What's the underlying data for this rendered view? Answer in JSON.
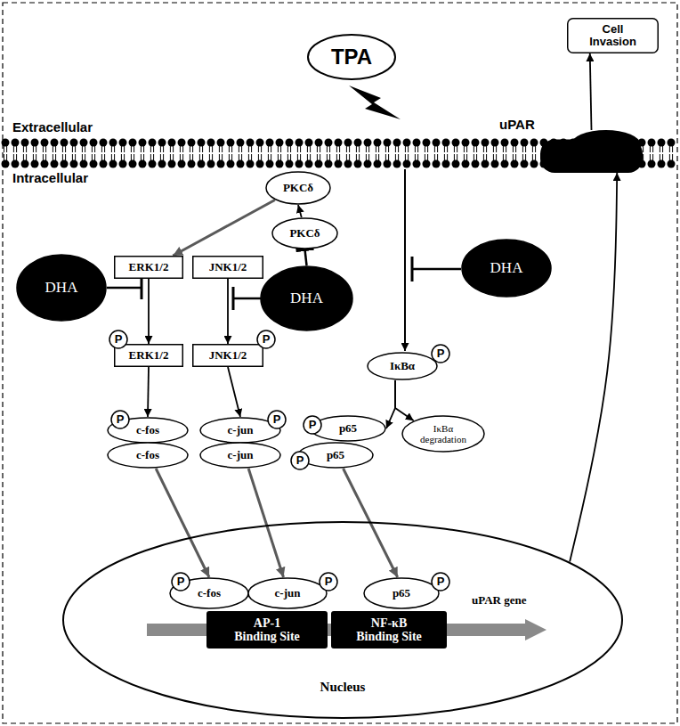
{
  "diagram": {
    "nodes": [
      {
        "text": [
          "TPA"
        ]
      },
      {
        "text": [
          "Cell Invasion"
        ]
      },
      {
        "text": [
          "uPAR"
        ]
      },
      {
        "text": [
          "PKCδ"
        ]
      },
      {
        "text": [
          "PKCδ"
        ]
      },
      {
        "text": [
          "ERK1/2"
        ]
      },
      {
        "text": [
          "JNK1/2"
        ]
      },
      {
        "text": [
          "DHA"
        ]
      },
      {
        "text": [
          "DHA"
        ]
      },
      {
        "text": [
          "DHA"
        ]
      },
      {
        "text": [
          "P"
        ]
      },
      {
        "text": [
          "ERK1/2"
        ]
      },
      {
        "text": [
          "JNK1/2"
        ]
      },
      {
        "text": [
          "P"
        ]
      },
      {
        "text": [
          "P"
        ]
      },
      {
        "text": [
          "c-fos"
        ]
      },
      {
        "text": [
          "c-fos"
        ]
      },
      {
        "text": [
          "c-jun"
        ]
      },
      {
        "text": [
          "P"
        ]
      },
      {
        "text": [
          "c-jun"
        ]
      },
      {
        "text": [
          "IκBα"
        ]
      },
      {
        "text": [
          "P"
        ]
      },
      {
        "text": [
          "P"
        ]
      },
      {
        "text": [
          "p65"
        ]
      },
      {
        "text": [
          "IκBα degradation"
        ]
      },
      {
        "text": [
          "P"
        ]
      },
      {
        "text": [
          "p65"
        ]
      },
      {
        "text": [
          "Nucleus"
        ]
      },
      {
        "text": [
          "P"
        ],
        "in": 27
      },
      {
        "text": [
          "c-fos"
        ],
        "in": 27
      },
      {
        "text": [
          "c-jun"
        ],
        "in": 27
      },
      {
        "text": [
          "P"
        ],
        "in": 27
      },
      {
        "text": [
          "p65"
        ],
        "in": 27
      },
      {
        "text": [
          "P"
        ],
        "in": 27
      },
      {
        "text": [
          "AP-1 Binding Site"
        ],
        "in": 27
      },
      {
        "text": [
          "NF-κB Binding Site"
        ],
        "in": 27
      }
    ],
    "edges": [
      {
        "from": 4,
        "to": 3,
        "arrow": "to"
      },
      {
        "from": 3,
        "to": 5,
        "arrow": "to"
      },
      {
        "from": 5,
        "to": 11,
        "arrow": "to"
      },
      {
        "from": 6,
        "to": 12,
        "arrow": "to"
      },
      {
        "from": 8,
        "to": 4,
        "arrow": "to"
      },
      {
        "from": 11,
        "to": 15,
        "arrow": "to"
      },
      {
        "from": 12,
        "to": 17,
        "arrow": "to"
      },
      {
        "from": 20,
        "to": 23,
        "arrow": "to"
      },
      {
        "from": 20,
        "to": 24,
        "arrow": "to"
      },
      {
        "from": 16,
        "to": 29,
        "arrow": "to"
      },
      {
        "from": 19,
        "to": 30,
        "arrow": "to"
      },
      {
        "from": 26,
        "to": 32,
        "arrow": "to"
      },
      {
        "from": 27,
        "to": 2,
        "arrow": "to"
      },
      {
        "from": 2,
        "to": 1,
        "arrow": "to"
      }
    ],
    "labels": [
      "Extracellular",
      "Intracellular",
      "uPAR gene"
    ]
  }
}
